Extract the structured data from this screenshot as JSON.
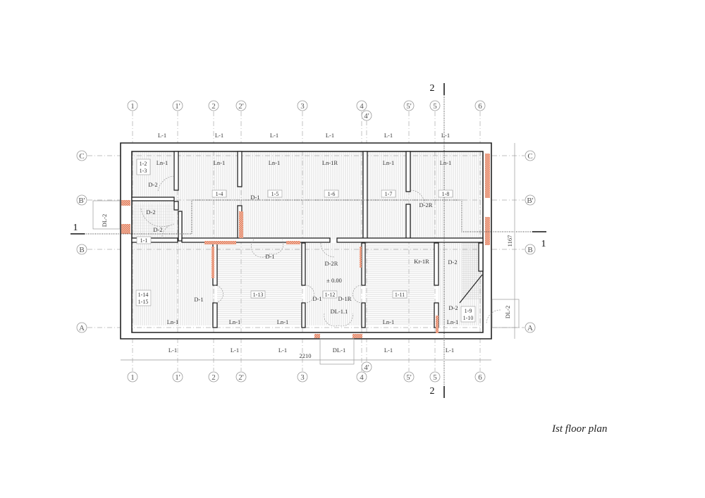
{
  "title": "Ist floor plan",
  "colors": {
    "wall": "#222222",
    "masonry": "#e8896a",
    "grid": "#aaaaaa"
  },
  "axes": {
    "vertical": [
      "1",
      "1'",
      "2",
      "2'",
      "3",
      "4",
      "4'",
      "5'",
      "5",
      "6"
    ],
    "horizontal": [
      "C",
      "B'",
      "B",
      "A"
    ]
  },
  "sections": {
    "s1": "1",
    "s2": "2"
  },
  "dimensions": {
    "width": "2210",
    "depth": "1167"
  },
  "level": "± 0.00",
  "rooms": {
    "r1_2": "1-2",
    "r1_3": "1-3",
    "r1_4": "1-4",
    "r1_5": "1-5",
    "r1_6": "1-6",
    "r1_7": "1-7",
    "r1_8": "1-8",
    "r1_1": "1-1",
    "r1_14": "1-14",
    "r1_15": "1-15",
    "r1_13": "1-13",
    "r1_12": "1-12",
    "r1_11": "1-11",
    "r1_9": "1-9",
    "r1_10": "1-10"
  },
  "windows": {
    "L": "L-1",
    "Ln": "Ln-1",
    "LnR": "Ln-1R"
  },
  "doors": {
    "D1": "D-1",
    "D1R": "D-1R",
    "D2": "D-2",
    "D2R": "D-2R",
    "DL1": "DL-1",
    "DL11": "DL-1.1",
    "DL2": "DL-2",
    "Kr": "Kr-1R"
  }
}
